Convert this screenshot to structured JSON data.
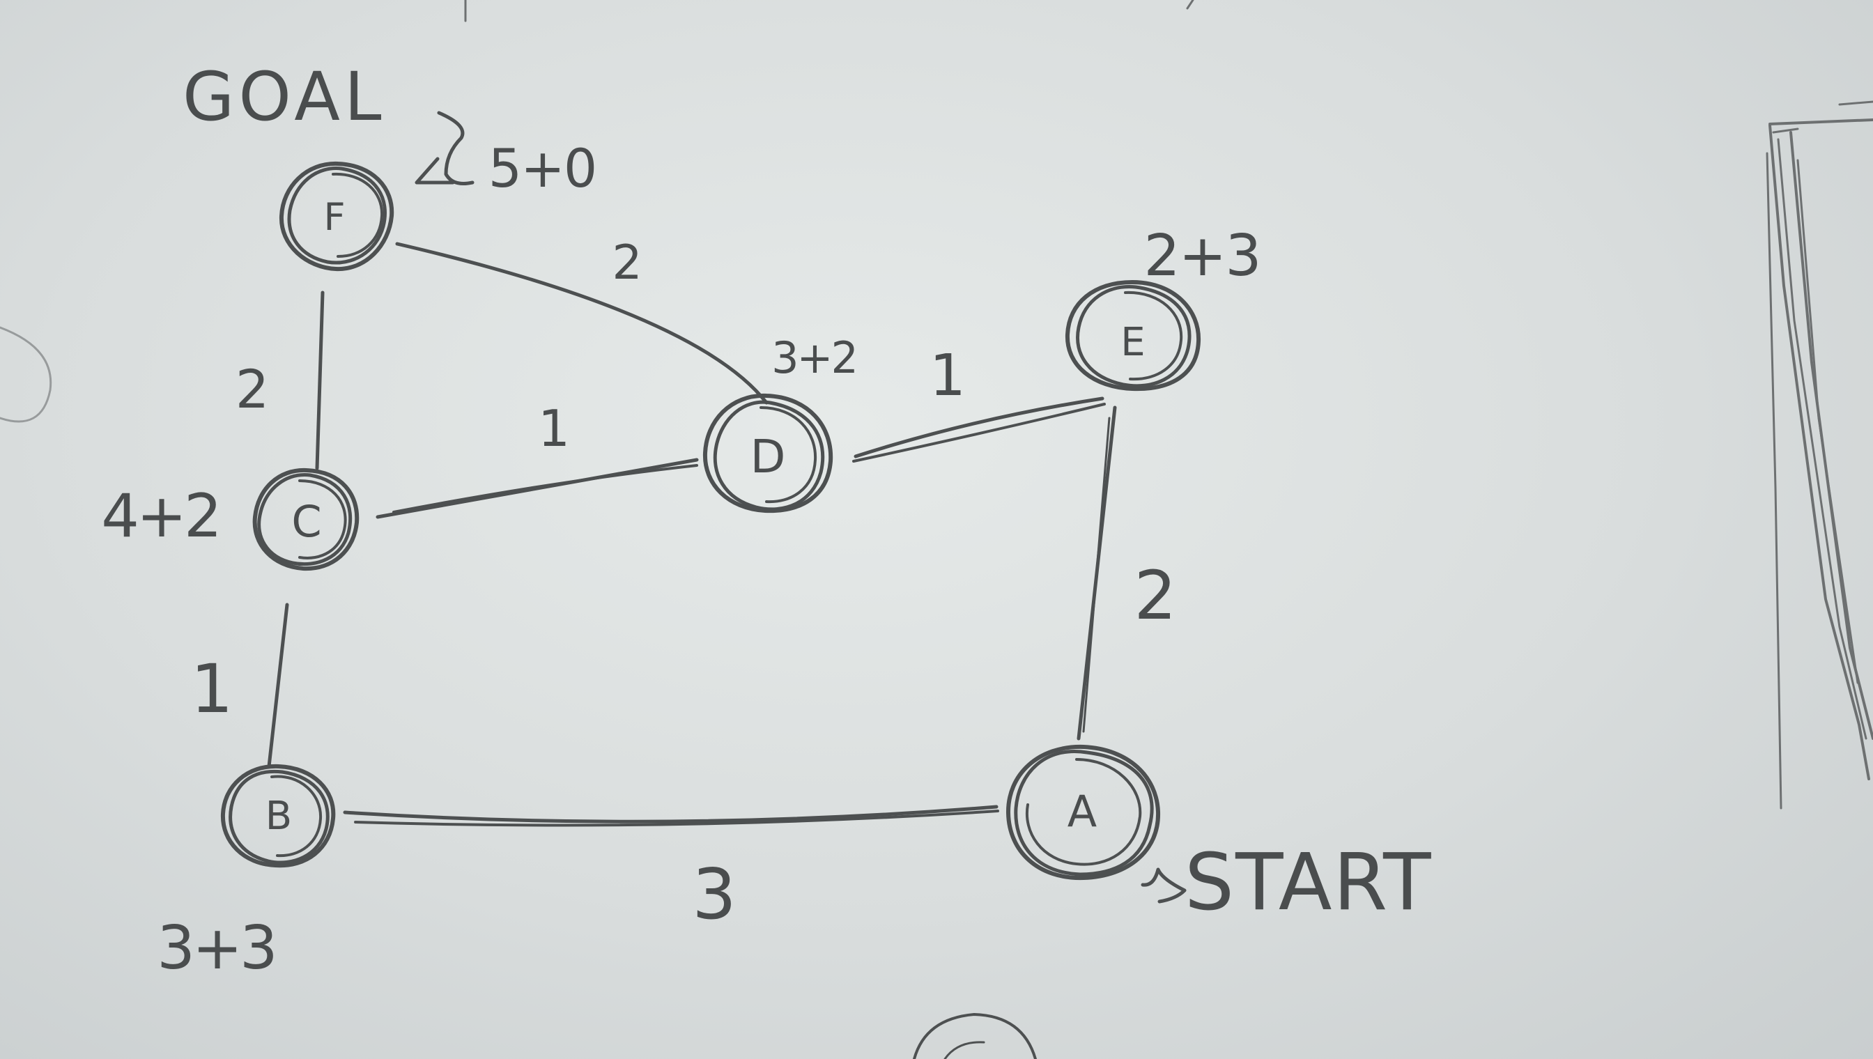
{
  "title": "GOAL",
  "start_label": "START",
  "nodes": [
    {
      "id": "A",
      "label": "A",
      "cost": ""
    },
    {
      "id": "B",
      "label": "B",
      "cost": "3+3"
    },
    {
      "id": "C",
      "label": "C",
      "cost": "4+2"
    },
    {
      "id": "D",
      "label": "D",
      "cost": "3+2"
    },
    {
      "id": "E",
      "label": "E",
      "cost": "2+3"
    },
    {
      "id": "F",
      "label": "F",
      "cost": "5+0"
    }
  ],
  "edges": [
    {
      "from": "A",
      "to": "B",
      "weight": "3"
    },
    {
      "from": "A",
      "to": "E",
      "weight": "2"
    },
    {
      "from": "B",
      "to": "C",
      "weight": "1"
    },
    {
      "from": "C",
      "to": "D",
      "weight": "1"
    },
    {
      "from": "C",
      "to": "F",
      "weight": "2"
    },
    {
      "from": "D",
      "to": "E",
      "weight": "1"
    },
    {
      "from": "D",
      "to": "F",
      "weight": "2"
    }
  ]
}
